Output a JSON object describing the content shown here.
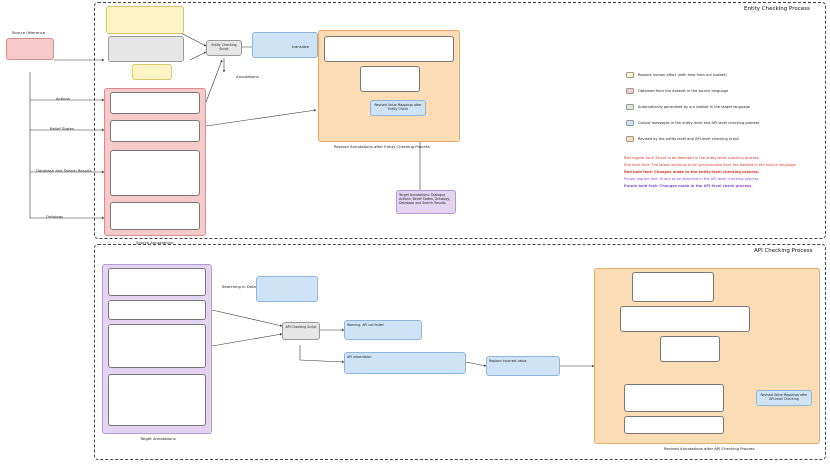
{
  "regions": {
    "entity": "Entity Checking Process",
    "api": "API Checking Process"
  },
  "captions": {
    "source_annotations": "Source Annotations",
    "target_annotations": "Target Annotations",
    "revised_entity": "Revised Annotations after Entity Checking Process",
    "revised_api": "Revised Annotations after API Checking Process"
  },
  "labels": {
    "source_utterance": "Source Utterance",
    "actions": "Actions",
    "belief_states": "Belief States",
    "database_results": "Database and Search Results",
    "ontology": "Ontology",
    "annotations": "Annotations",
    "translate": "translate",
    "searching_in_database": "Searching in Database"
  },
  "nodes": {
    "entity_checking_script": "Entity Checking Script",
    "api_checking_script": "API Checking Script",
    "revised_value_mappings_entity": "Revised Value Mappings after Entity Check",
    "target_annotations_box": "Target Annotations: Dialogue Actions, Belief States, Ontology, Database and Search Results",
    "revised_value_mappings_api": "Revised Value Mappings after API-level Checking",
    "api_error": "API Information",
    "api_warning": "Warning: API call failed",
    "replace_incorrect": "Replace incorrect value"
  },
  "legend": [
    {
      "color": "#fdf3c4",
      "text": "Require human effort (with help from our toolset)"
    },
    {
      "color": "#f6caca",
      "text": "Obtained from the dataset in the source language"
    },
    {
      "color": "#d8ecd2",
      "text": "Automatically generated by our toolset in the target language"
    },
    {
      "color": "#cfe3f6",
      "text": "Output messages in the entity-level and API-level checking process"
    },
    {
      "color": "#fbdcb4",
      "text": "Revised by the entity-level and API-level checking script"
    }
  ],
  "color_notes": [
    {
      "color": "#d9342b",
      "text": "Red regular font: Errors to be detected in the entity-level checking process."
    },
    {
      "color": "#d9342b",
      "text": "Red italic font: The latest revisions to be synchronized from the dataset in the source language."
    },
    {
      "color": "#d9342b",
      "text": "Red bold font: Changes made to the entity-level checking process."
    },
    {
      "color": "#8a4fc9",
      "text": "Purple regular font: Errors to be detected in the API-level checking process."
    },
    {
      "color": "#8a4fc9",
      "text": "Purple bold font: Changes made in the API-level check process."
    }
  ]
}
